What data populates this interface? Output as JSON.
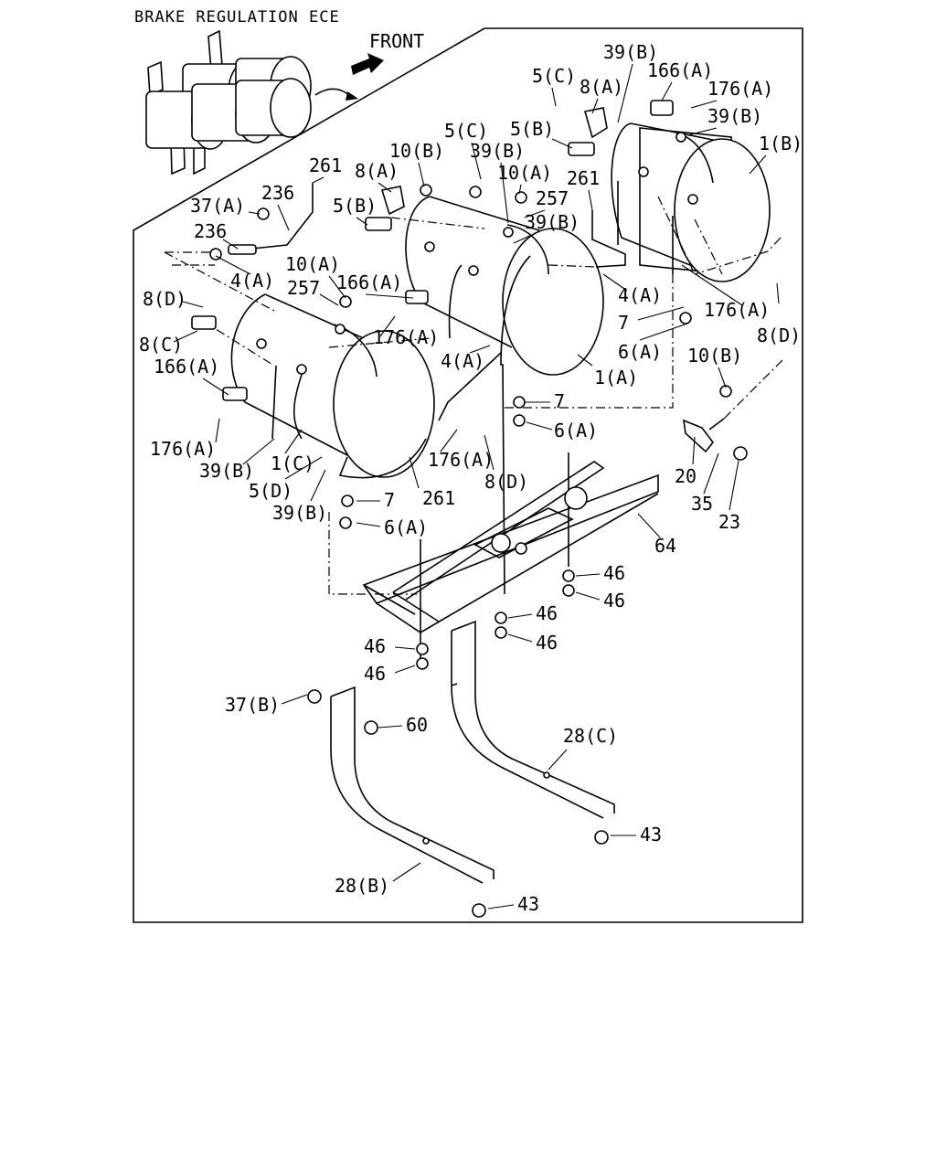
{
  "title": "BRAKE REGULATION ECE",
  "front_label": "FRONT",
  "callouts": [
    "39(B)",
    "166(A)",
    "176(A)",
    "5(C)",
    "8(A)",
    "39(B)",
    "1(B)",
    "5(B)",
    "5(C)",
    "10(B)",
    "39(B)",
    "261",
    "8(A)",
    "10(A)",
    "257",
    "261",
    "37(A)",
    "236",
    "5(B)",
    "39(B)",
    "236",
    "4(A)",
    "4(A)",
    "10(A)",
    "166(A)",
    "176(A)",
    "257",
    "7",
    "8(D)",
    "6(A)",
    "8(C)",
    "176(A)",
    "166(A)",
    "4(A)",
    "1(A)",
    "10(B)",
    "8(D)",
    "7",
    "6(A)",
    "176(A)",
    "176(A)",
    "8(D)",
    "39(B)",
    "1(C)",
    "5(D)",
    "261",
    "20",
    "39(B)",
    "35",
    "23",
    "7",
    "6(A)",
    "64",
    "46",
    "46",
    "46",
    "46",
    "46",
    "46",
    "37(B)",
    "60",
    "28(C)",
    "43",
    "28(B)",
    "43"
  ]
}
